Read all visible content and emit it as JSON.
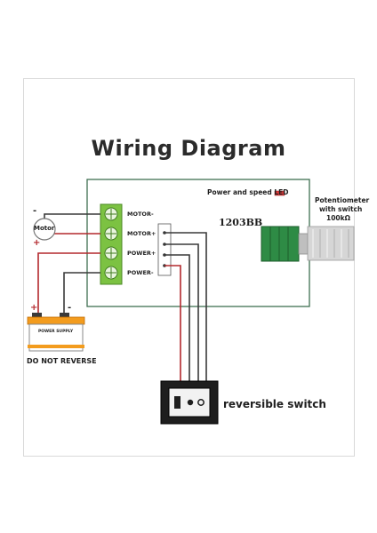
{
  "title": "Wiring Diagram",
  "board": {
    "led_label": "Power and speed LED",
    "model": "1203BB",
    "terminals": [
      "MOTOR-",
      "MOTOR+",
      "POWER+",
      "POWER-"
    ]
  },
  "motor": {
    "label": "Motor",
    "minus": "-",
    "plus": "+"
  },
  "battery": {
    "label": "POWER SUPPLY",
    "plus": "+",
    "minus": "-",
    "warning": "DO NOT REVERSE"
  },
  "potentiometer": {
    "line1": "Potentiometer",
    "line2": "with switch",
    "line3": "100kΩ"
  },
  "switch": {
    "label": "reversible switch"
  },
  "colors": {
    "terminal_green": "#7cc242",
    "wire_red": "#b3282d",
    "wire_dark": "#3a3a3a",
    "board_border": "#3f6f52",
    "knob_green": "#2e8b45",
    "battery_orange": "#f39c1e"
  }
}
